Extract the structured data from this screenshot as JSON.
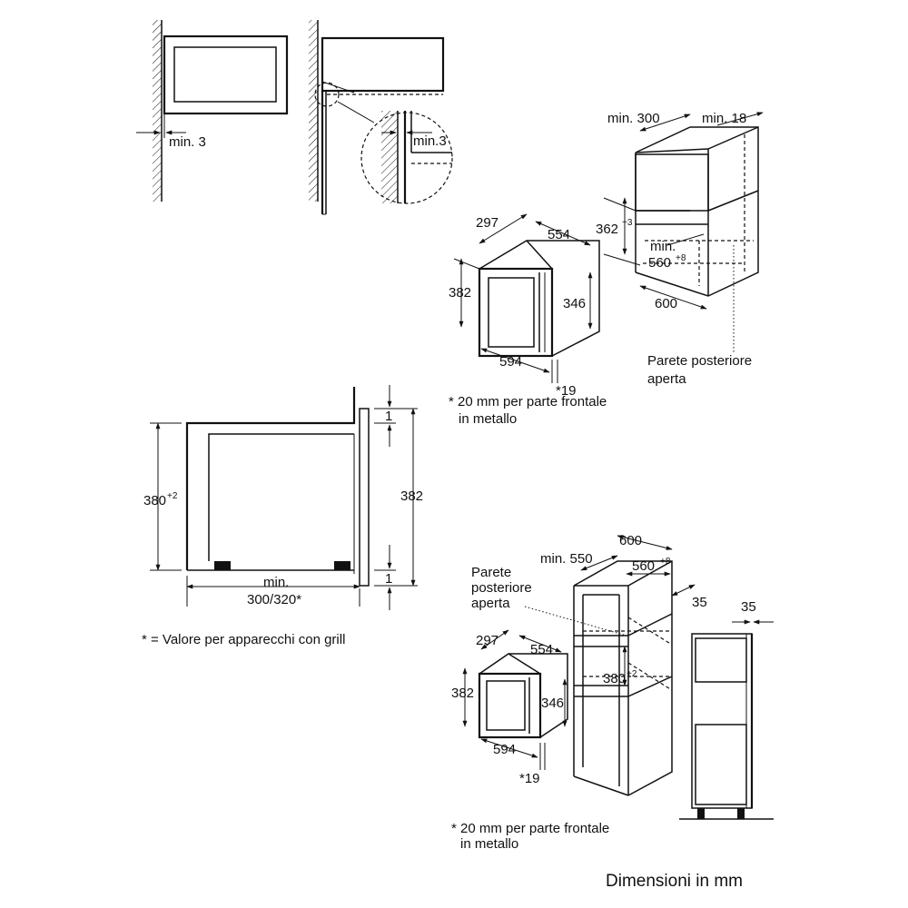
{
  "top_left": {
    "min_gap_front": "min. 3",
    "min_gap_detail": "min.3"
  },
  "cabinet_top": {
    "min_top": "min. 300",
    "min_side": "min. 18",
    "height": "362",
    "height_tol": "+3",
    "min_width": "min.",
    "min_width_value": "560",
    "min_width_tol": "+8",
    "depth": "600",
    "open_back_line1": "Parete posteriore",
    "open_back_line2": "aperta"
  },
  "oven_top": {
    "depth": "297",
    "width": "554",
    "height": "382",
    "inner_height": "346",
    "front_width": "594",
    "front_offset": "*19",
    "note_line1": "* 20 mm per parte frontale",
    "note_line2": "in metallo"
  },
  "side_section": {
    "niche_height": "380",
    "niche_height_tol": "+2",
    "total_height": "382",
    "gap_top": "1",
    "gap_bottom": "1",
    "min_depth_line1": "min.",
    "min_depth_line2": "300/320*",
    "note": "* = Valore per apparecchi con grill"
  },
  "tall_cabinet": {
    "depth": "600",
    "min_depth": "min. 550",
    "inner_width": "560",
    "inner_width_tol": "+8",
    "side": "35",
    "side_right": "35",
    "niche_height": "380",
    "niche_height_tol": "+2",
    "open_back_line1": "Parete",
    "open_back_line2": "posteriore",
    "open_back_line3": "aperta"
  },
  "oven_bottom": {
    "depth": "297",
    "width": "554",
    "height": "382",
    "inner_height": "346",
    "front_width": "594",
    "front_offset": "*19",
    "note_line1": "* 20 mm per parte frontale",
    "note_line2": "in metallo"
  },
  "footer": {
    "units": "Dimensioni in mm"
  }
}
